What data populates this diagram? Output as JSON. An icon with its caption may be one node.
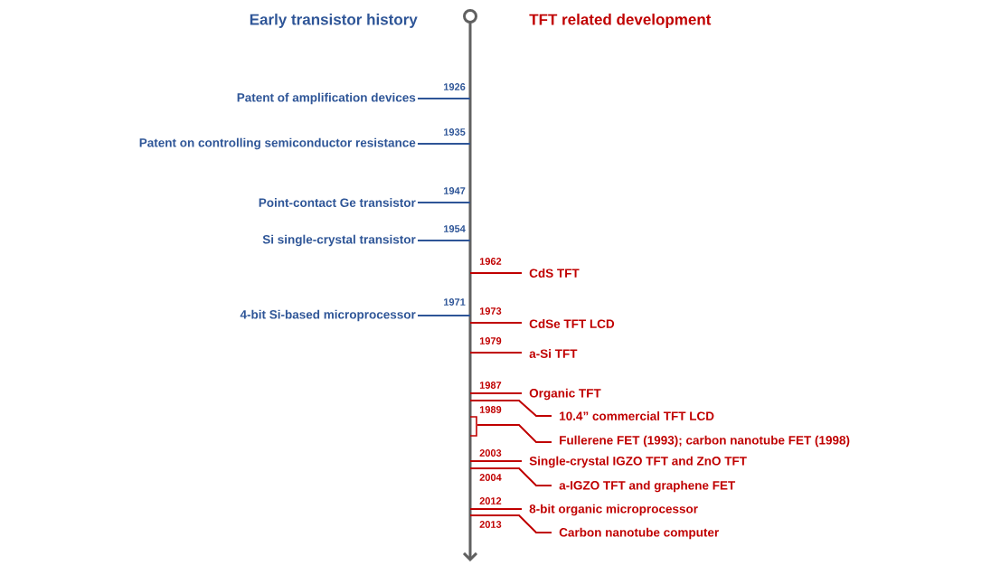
{
  "diagram": {
    "labels": [
      "Early transistor history",
      "TFT related development",
      "1926",
      "Patent of amplification devices",
      "1935",
      "Patent on controlling semiconductor resistance",
      "1947",
      "Point-contact Ge transistor",
      "1954",
      "Si single-crystal transistor",
      "1962",
      "CdS TFT",
      "1971",
      "4-bit Si-based microprocessor",
      "1973",
      "CdSe TFT LCD",
      "1979",
      "a-Si TFT",
      "1987",
      "Organic TFT",
      "10.4” commercial TFT LCD",
      "1989",
      "Fullerene FET (1993); carbon nanotube FET (1998)",
      "2003",
      "Single-crystal IGZO TFT and ZnO TFT",
      "2004",
      "a-IGZO TFT and graphene FET",
      "2012",
      "8-bit organic microprocessor",
      "2013",
      "Carbon nanotube computer"
    ]
  }
}
